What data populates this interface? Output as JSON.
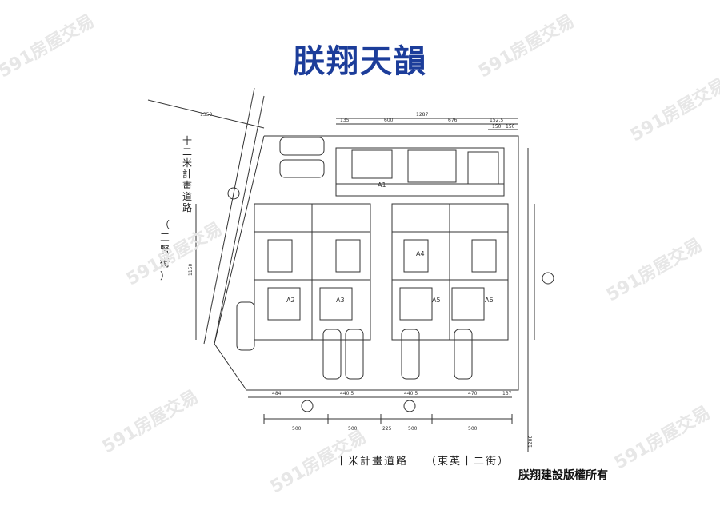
{
  "title": "朕翔天韻",
  "copyright": "朕翔建設版權所有",
  "watermark": "591房屋交易",
  "roads": {
    "bottom_name": "十米計畫道路",
    "bottom_alias": "（東英十二街）",
    "left_name": "十二米計畫道路",
    "left_alias": "（三賢街）"
  },
  "units": [
    "A1",
    "A2",
    "A3",
    "A4",
    "A5",
    "A6"
  ],
  "dimensions": {
    "top_total": "1287",
    "top_parts": [
      "135",
      "600",
      "676",
      "152.5"
    ],
    "top_right": [
      "150",
      "150"
    ],
    "left_top": "1350",
    "left_height": "1150",
    "bottom_parts": [
      "484",
      "440.5",
      "440.5",
      "470",
      "137"
    ],
    "bottom_lower": [
      "500",
      "500",
      "225",
      "500",
      "500"
    ],
    "right_total": "1200"
  },
  "colors": {
    "title": "#1c3d9a",
    "lines": "#333333"
  }
}
